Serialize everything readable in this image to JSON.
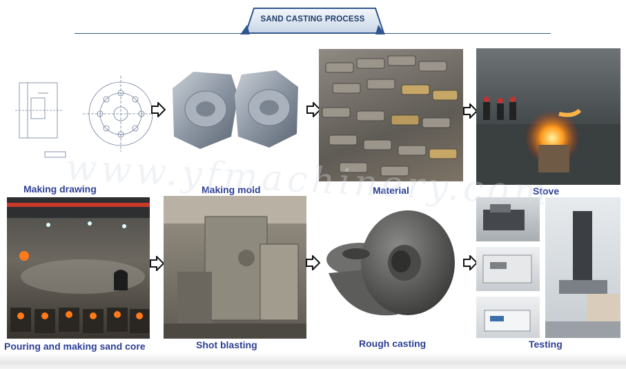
{
  "title": "SAND CASTING PROCESS",
  "steps": [
    {
      "label": "Making drawing"
    },
    {
      "label": "Making mold"
    },
    {
      "label": "Material"
    },
    {
      "label": "Stove"
    },
    {
      "label": "Pouring and making sand core"
    },
    {
      "label": "Shot blasting"
    },
    {
      "label": "Rough casting"
    },
    {
      "label": "Testing"
    }
  ],
  "colors": {
    "caption": "#2d3f94",
    "banner": "#2f5590",
    "accent": "#3a5a86"
  }
}
